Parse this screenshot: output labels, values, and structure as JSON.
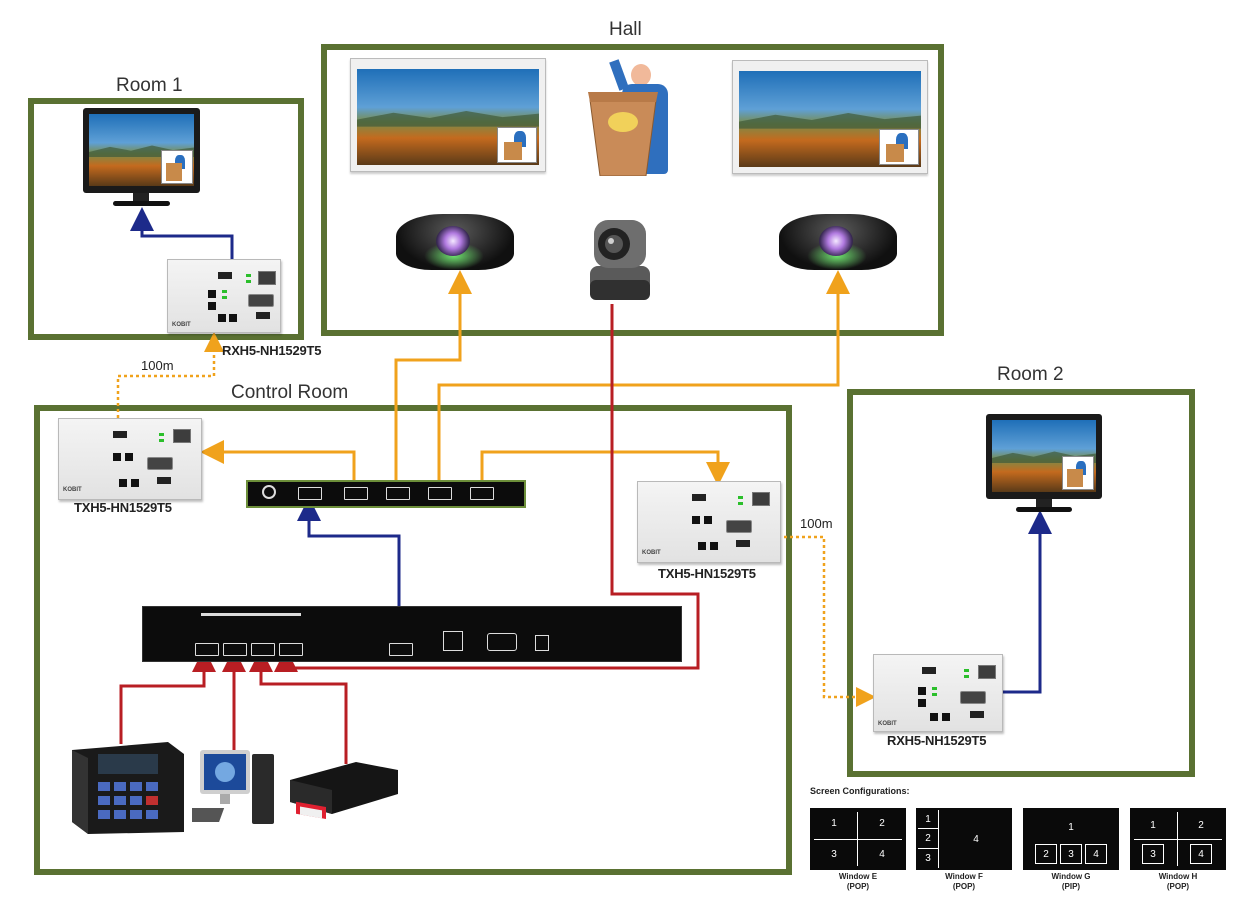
{
  "rooms": {
    "hall": {
      "title": "Hall"
    },
    "room1": {
      "title": "Room 1"
    },
    "room2": {
      "title": "Room 2"
    },
    "control": {
      "title": "Control Room"
    }
  },
  "devices": {
    "rx_room1": {
      "label": "RXH5-NH1529T5"
    },
    "tx_left": {
      "label": "TXH5-HN1529T5"
    },
    "tx_right": {
      "label": "TXH5-HN1529T5"
    },
    "rx_room2": {
      "label": "RXH5-NH1529T5"
    }
  },
  "links": {
    "room1_distance": "100m",
    "room2_distance": "100m"
  },
  "screen_configurations": {
    "title": "Screen Configurations:",
    "windows": [
      {
        "name": "Window E",
        "mode": "(POP)",
        "cells": [
          "1",
          "2",
          "3",
          "4"
        ]
      },
      {
        "name": "Window F",
        "mode": "(POP)",
        "cells": [
          "1",
          "2",
          "3",
          "4"
        ]
      },
      {
        "name": "Window G",
        "mode": "(PIP)",
        "cells": [
          "1",
          "2",
          "3",
          "4"
        ]
      },
      {
        "name": "Window H",
        "mode": "(POP)",
        "cells": [
          "1",
          "2",
          "3",
          "4"
        ]
      }
    ]
  },
  "colors": {
    "room_border": "#5a7132",
    "hdmi_orange": "#f0a21c",
    "hdbaset_dotted": "#f0a21c",
    "input_red": "#b81e23",
    "output_blue": "#1d2a8a"
  },
  "icons": [
    "lcd-monitor-icon",
    "projection-screen-icon",
    "speaker-podium-icon",
    "projector-icon",
    "ptz-camera-icon",
    "av-controller-icon",
    "desktop-pc-icon",
    "blu-ray-player-icon",
    "hdmi-switcher-icon",
    "hdmi-splitter-icon",
    "hdbaset-wallplate-icon"
  ]
}
